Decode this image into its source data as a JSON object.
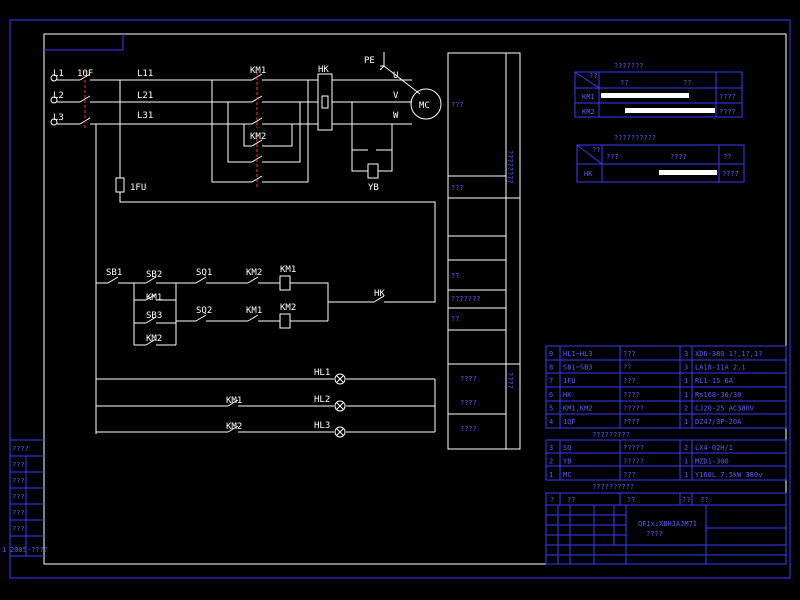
{
  "phases": [
    "L1",
    "L2",
    "L3"
  ],
  "lines": [
    "L11",
    "L21",
    "L31"
  ],
  "breaker": "1QF",
  "km1": "KM1",
  "km2": "KM2",
  "hk": "HK",
  "motor": "MC",
  "pe": "PE",
  "uvw": [
    "U",
    "V",
    "W"
  ],
  "yb": "YB",
  "fuse": "1FU",
  "control": {
    "sb1": "SB1",
    "sb2": "SB2",
    "sb3": "SB3",
    "sq1": "SQ1",
    "sq2": "SQ2",
    "km1b": "KM1",
    "km2b": "KM2",
    "km1c": "KM1",
    "km2c": "KM2",
    "hk2": "HK",
    "hl1": "HL1",
    "hl2": "HL2",
    "hl3": "HL3",
    "km1d": "KM1",
    "km2d": "KM2"
  },
  "func": [
    "???",
    "???",
    "??",
    "???????",
    "??",
    "????",
    "????",
    "????"
  ],
  "vert1": "????????",
  "vert2": "????",
  "table1": {
    "title": "???????",
    "h1": "??",
    "h2": "??",
    "h3": "??",
    "r1": "KM1",
    "r2": "KM2",
    "v1": "????",
    "v2": "????"
  },
  "table2": {
    "title": "??????????",
    "h0": "??",
    "h1": "???",
    "h2": "????",
    "h3": "??",
    "r1": "HK",
    "v1": "????"
  },
  "parts": [
    {
      "n": "9",
      "code": "HL1~HL3",
      "name": "???",
      "q": "3",
      "spec": "XD6-380  1?,1?,1?"
    },
    {
      "n": "8",
      "code": "SB1~SB3",
      "name": "??",
      "q": "3",
      "spec": "LA18-11A  2,1"
    },
    {
      "n": "7",
      "code": "1FU",
      "name": "???",
      "q": "1",
      "spec": "RL1-15  6A"
    },
    {
      "n": "6",
      "code": "HK",
      "name": "????",
      "q": "1",
      "spec": "Rs168-30/30"
    },
    {
      "n": "5",
      "code": "KM1,KM2",
      "name": "?????",
      "q": "2",
      "spec": "CJ20-25  AC380V"
    },
    {
      "n": "4",
      "code": "1QF",
      "name": "????",
      "q": "1",
      "spec": "DZ47/3P-20A"
    }
  ],
  "parts_title": "?????????",
  "parts2": [
    {
      "n": "3",
      "code": "SQ",
      "name": "?????",
      "q": "2",
      "spec": "LX4-02H/1"
    },
    {
      "n": "2",
      "code": "YB",
      "name": "?????",
      "q": "1",
      "spec": "MZD1-300"
    },
    {
      "n": "1",
      "code": "MC",
      "name": "???",
      "q": "1",
      "spec": "Y160L 7.5kW 380v"
    }
  ],
  "parts2_title": "??????????",
  "hdr": {
    "n": "?",
    "code": "??",
    "name": "??",
    "q": "??",
    "spec": "??"
  },
  "titlebox": {
    "line1": "QF1x:XBHJAJM71",
    "line2": "????"
  },
  "leftstrip": [
    "????",
    "???",
    "???",
    "???",
    "???",
    "???",
    "2005-????"
  ],
  "leftstrip_num": "1"
}
